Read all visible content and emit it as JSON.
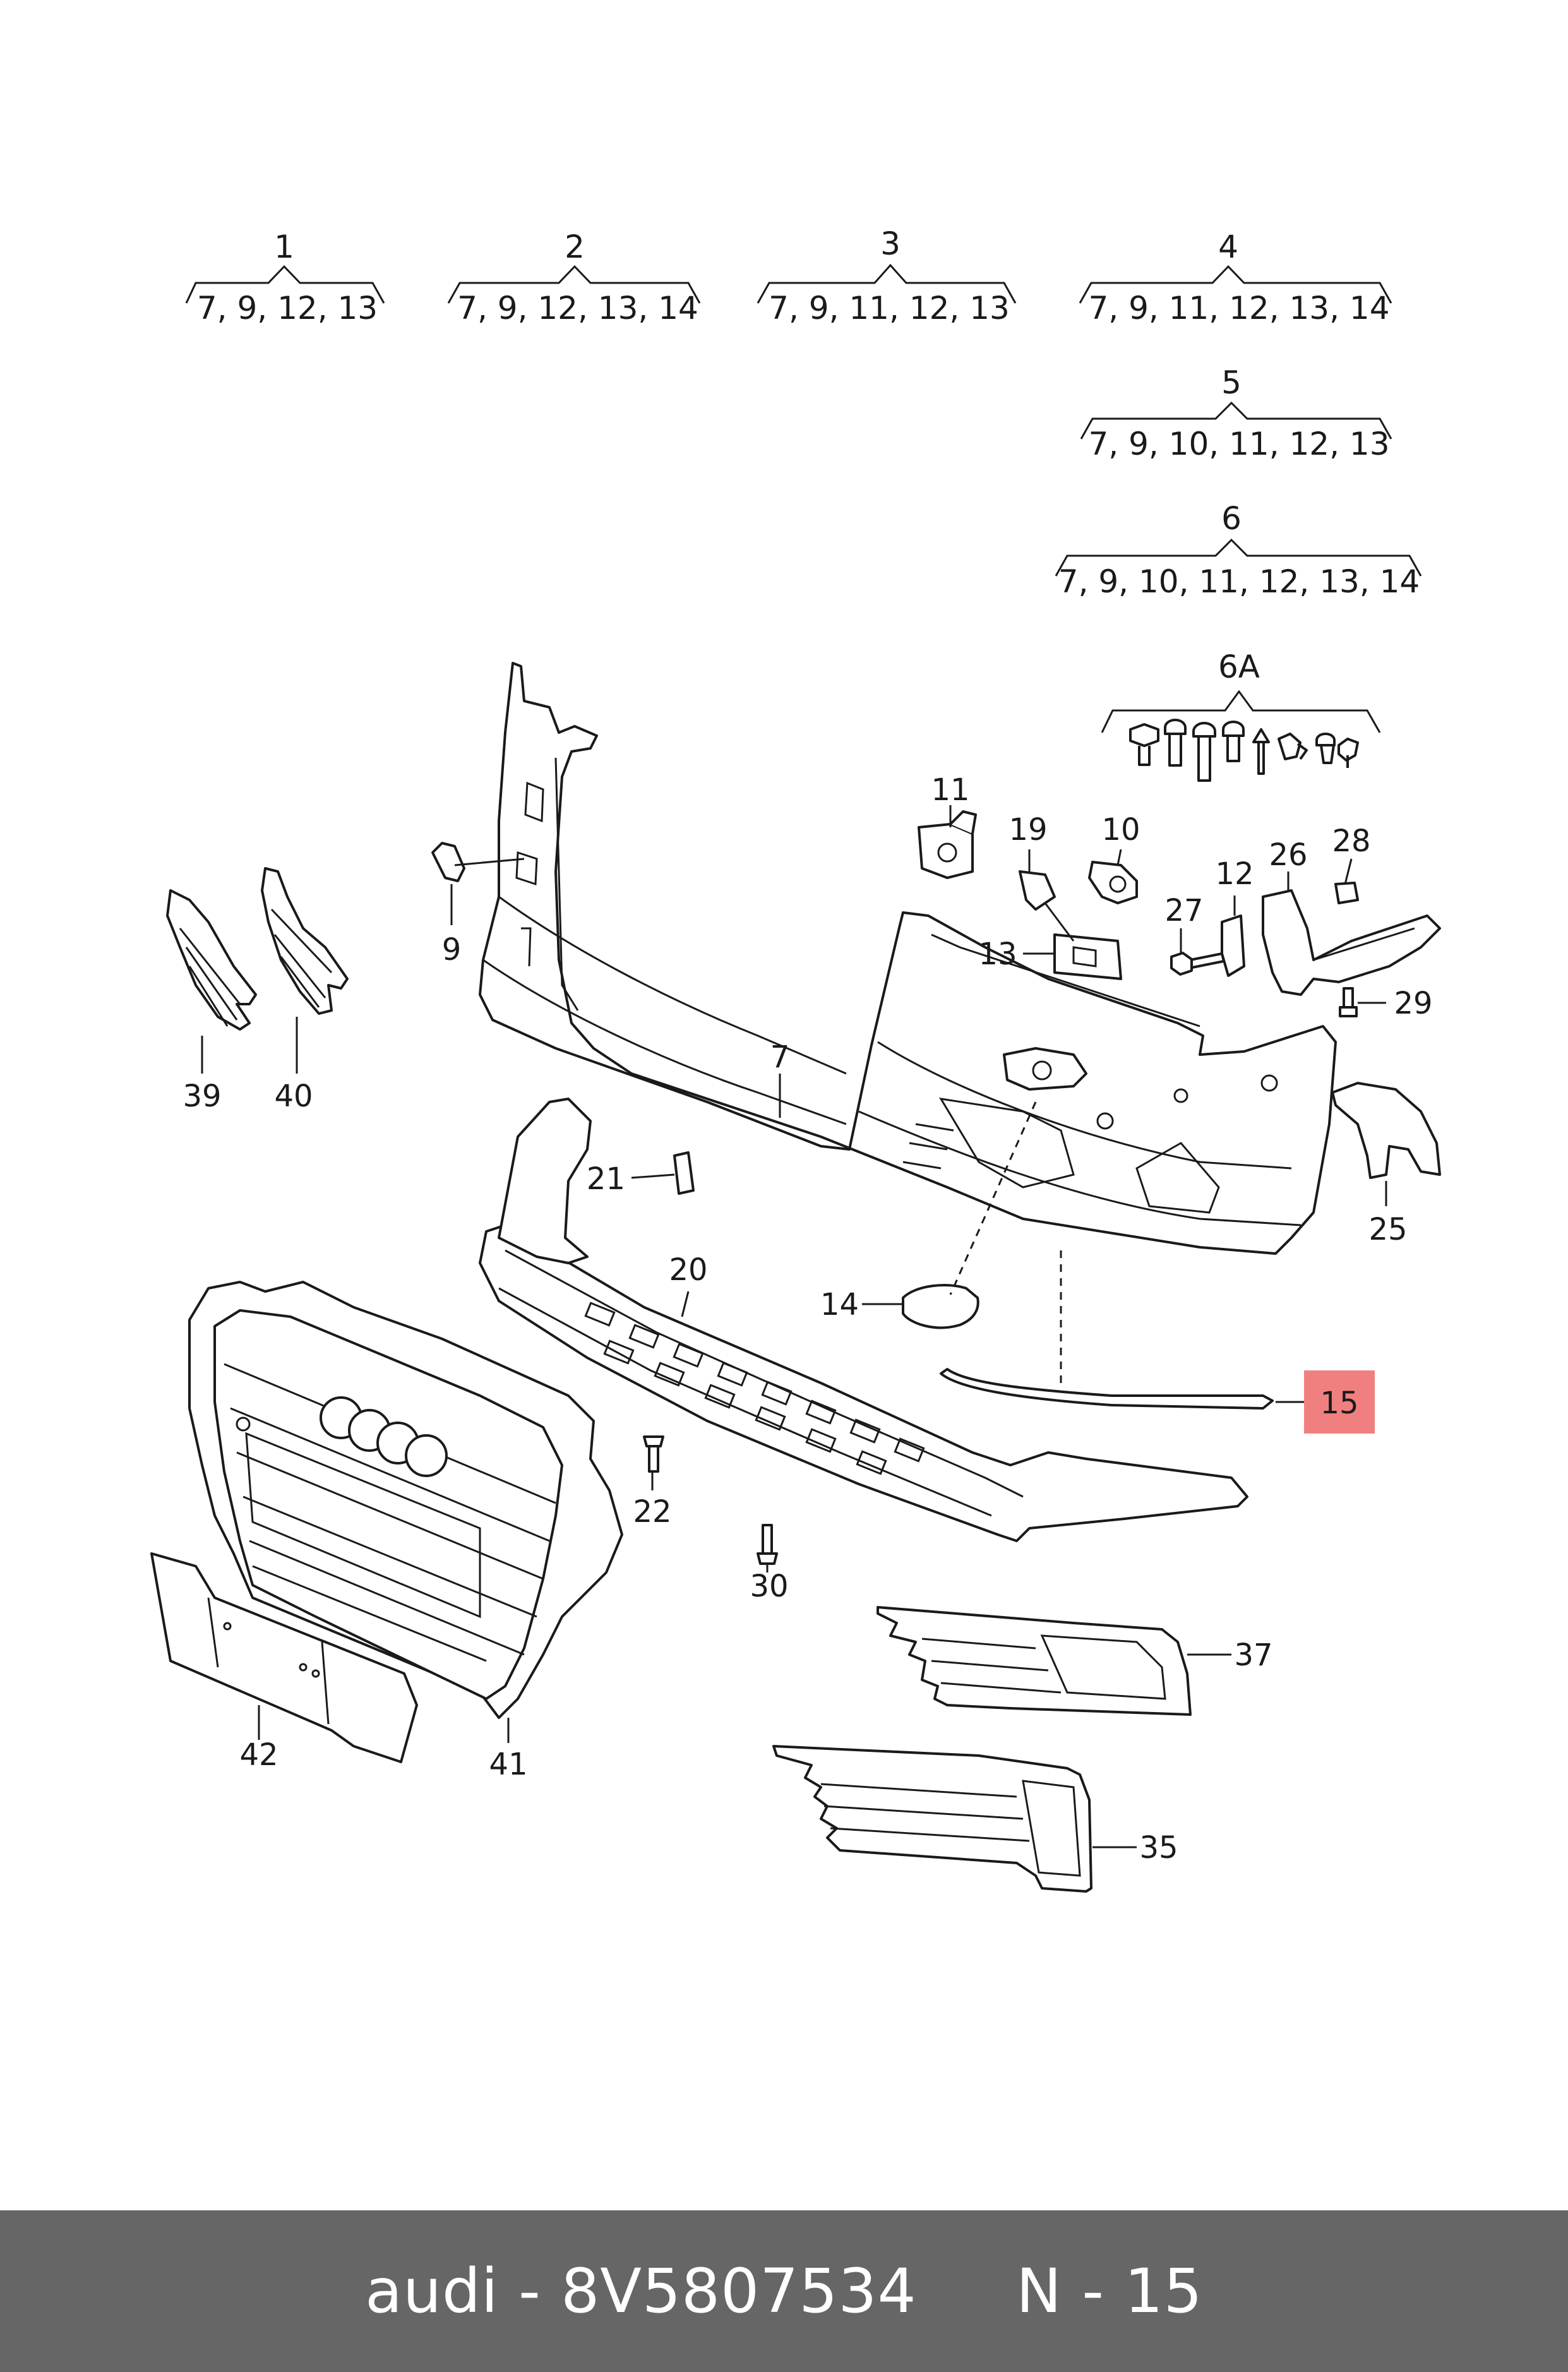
{
  "groups": [
    {
      "number": "1",
      "items": "7, 9, 12, 13"
    },
    {
      "number": "2",
      "items": "7, 9, 12, 13, 14"
    },
    {
      "number": "3",
      "items": "7, 9, 11, 12, 13"
    },
    {
      "number": "4",
      "items": "7, 9, 11, 12, 13, 14"
    },
    {
      "number": "5",
      "items": "7, 9, 10, 11, 12, 13"
    },
    {
      "number": "6",
      "items": "7, 9, 10, 11, 12, 13, 14"
    },
    {
      "number": "6A",
      "items": ""
    }
  ],
  "callouts": {
    "c7": "7",
    "c9": "9",
    "c10": "10",
    "c11": "11",
    "c13": "13",
    "c14": "14",
    "c15": "15",
    "c19": "19",
    "c20": "20",
    "c21": "21",
    "c22": "22",
    "c25": "25",
    "c26": "26",
    "c27": "27",
    "c28": "28",
    "c29": "29",
    "c30": "30",
    "c35": "35",
    "c37": "37",
    "c39": "39",
    "c40": "40",
    "c41": "41",
    "c42": "42"
  },
  "highlight": {
    "callout": "15",
    "color": "#f08080"
  },
  "footer": {
    "text": "audi - 8V5807534     N - 15",
    "background": "#666666"
  }
}
